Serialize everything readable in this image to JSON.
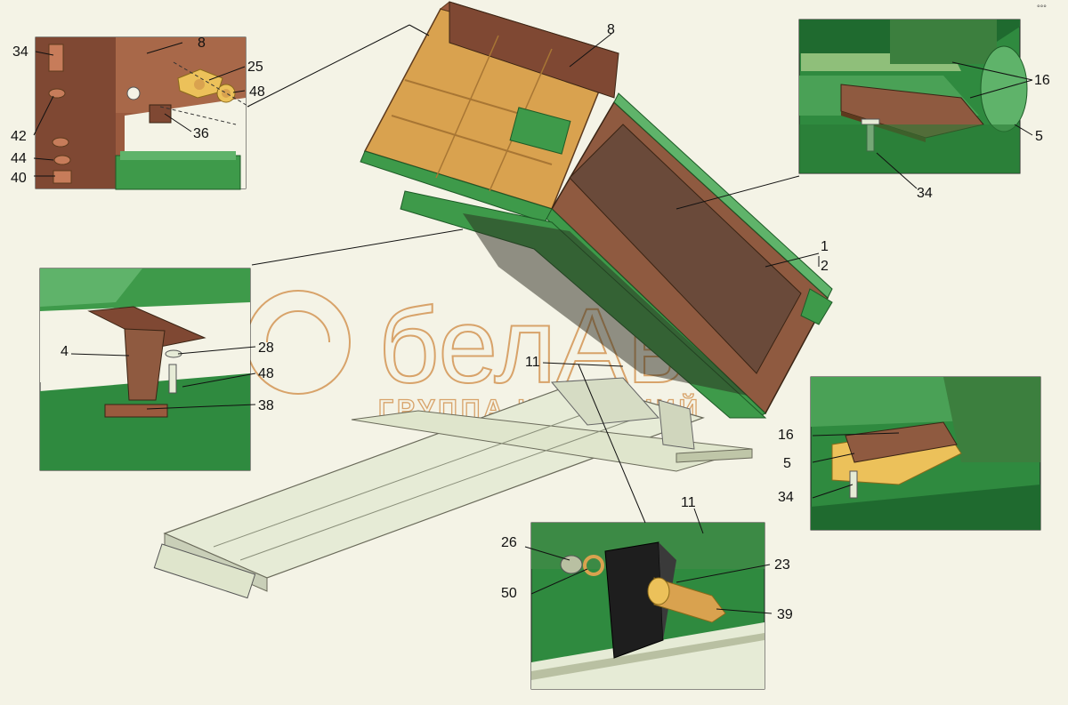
{
  "watermark": {
    "brand": "белАвто",
    "tagline": "ГРУППА КОМПАНИЙ"
  },
  "corner_mark": "°°°",
  "callouts": {
    "c8_top": "8",
    "c34_tl": "34",
    "c8_tl": "8",
    "c25": "25",
    "c48_tl": "48",
    "c36": "36",
    "c42": "42",
    "c44": "44",
    "c40": "40",
    "c16_tr": "16",
    "c5_tr": "5",
    "c34_tr": "34",
    "c1": "1",
    "c2": "2",
    "c4": "4",
    "c28": "28",
    "c48_ml": "48",
    "c38": "38",
    "c11_mid": "11",
    "c16_r": "16",
    "c5_r": "5",
    "c34_r": "34",
    "c11_bot": "11",
    "c26": "26",
    "c50": "50",
    "c23": "23",
    "c39": "39"
  },
  "colors": {
    "background": "#f4f3e6",
    "body_floor": "#d9a24f",
    "body_side": "#9a5a3e",
    "frame_green": "#3e9a4a",
    "chassis": "#e6ebd6",
    "detail_bg": "#2f8a3f"
  }
}
